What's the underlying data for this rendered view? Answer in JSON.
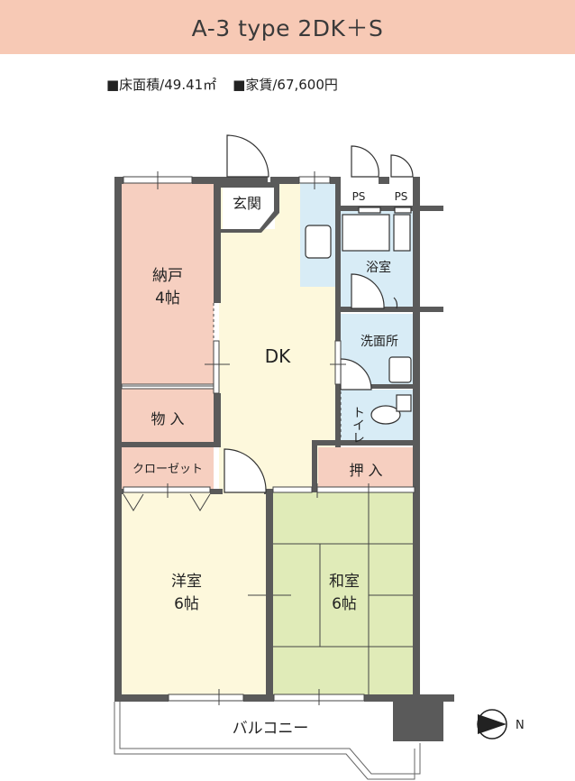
{
  "header": {
    "title": "A-3 type  2DK＋S"
  },
  "info": {
    "floor_area": "■床面積/49.41㎡",
    "rent": "■家賃/67,600円"
  },
  "rooms": {
    "entrance": "玄関",
    "storage_name": "納戸",
    "storage_size": "4帖",
    "closet_small": "物 入",
    "dk": "DK",
    "ps1": "PS",
    "ps2": "PS",
    "bath": "浴室",
    "washroom": "洗面所",
    "toilet": "トイレ",
    "closet": "クローゼット",
    "oshiire": "押 入",
    "western_name": "洋室",
    "western_size": "6帖",
    "japanese_name": "和室",
    "japanese_size": "6帖",
    "balcony": "バルコニー",
    "north": "N"
  },
  "colors": {
    "header_bg": "#f7c9b5",
    "storage": "#f6cfc0",
    "dk": "#fdf8dc",
    "wet": "#d8ecf6",
    "japanese": "#e0ebb8",
    "wall": "#5a5a5a"
  }
}
